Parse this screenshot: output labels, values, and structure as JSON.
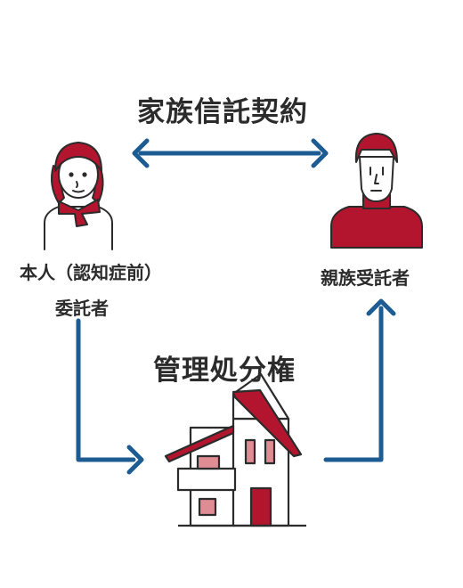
{
  "diagram": {
    "contract_label": "家族信託契約",
    "management_label": "管理処分権",
    "principal": {
      "line1": "本人（認知症前）",
      "line2": "委託者"
    },
    "trustee": {
      "label": "親族受託者"
    },
    "colors": {
      "arrow_blue": "#1d5b93",
      "accent_red": "#b4152e",
      "line": "#2b2b2b"
    }
  }
}
